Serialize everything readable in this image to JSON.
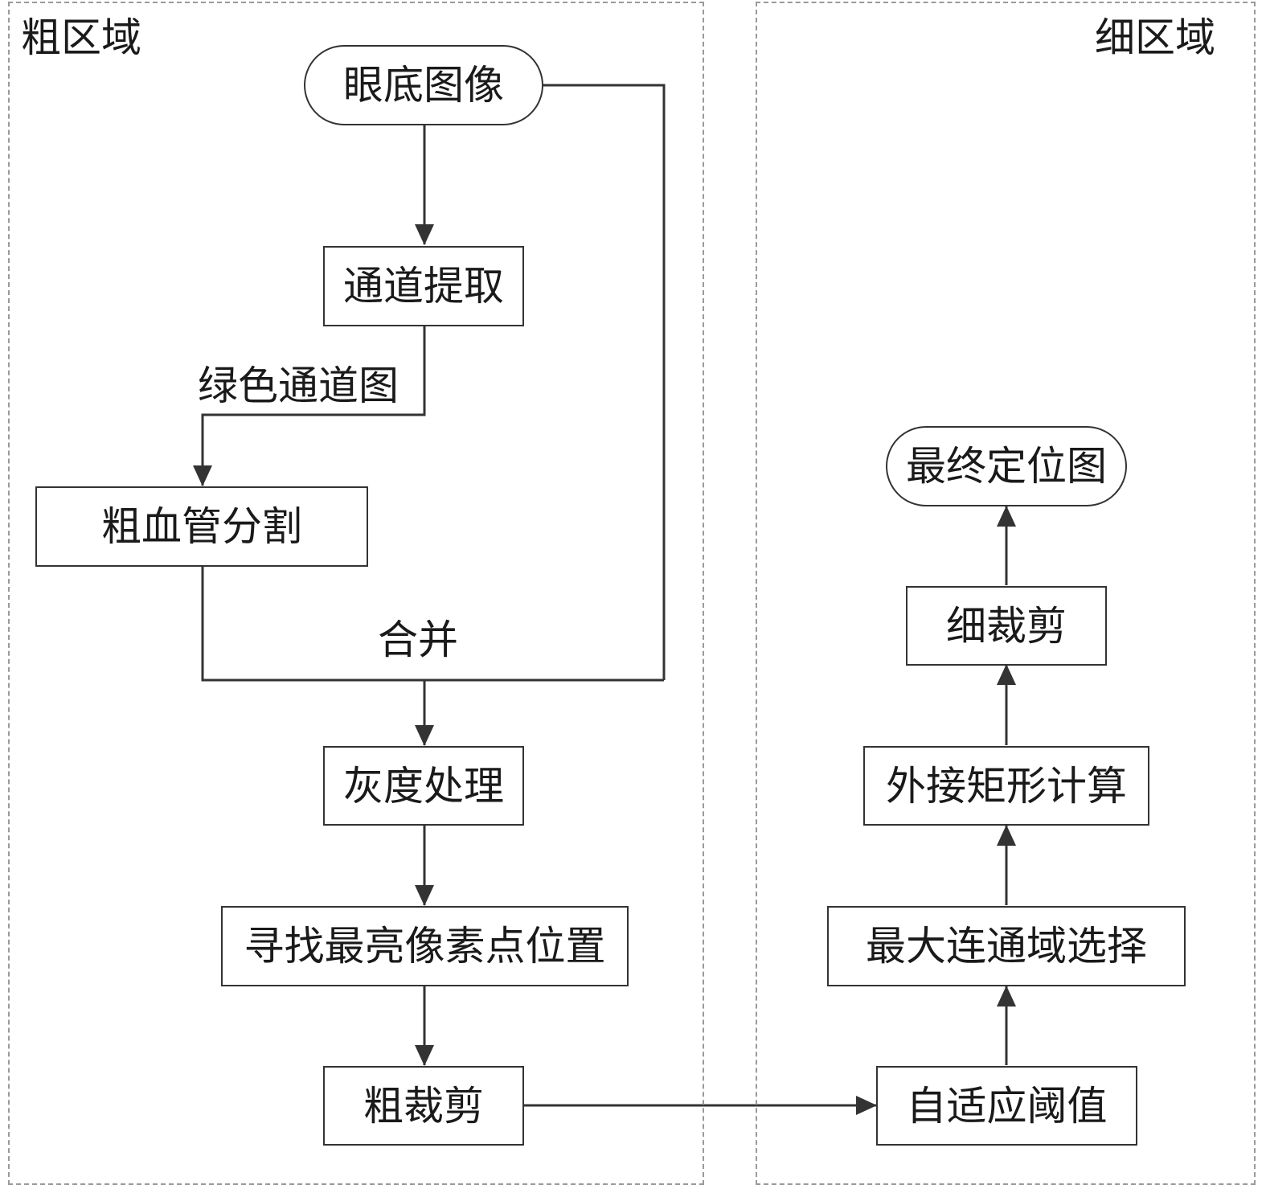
{
  "regions": {
    "coarse": {
      "label": "粗区域"
    },
    "fine": {
      "label": "细区域"
    }
  },
  "nodes": {
    "fundus_image": "眼底图像",
    "channel_extraction": "通道提取",
    "coarse_vessel_segmentation": "粗血管分割",
    "grayscale_processing": "灰度处理",
    "find_brightest_pixel": "寻找最亮像素点位置",
    "coarse_crop": "粗裁剪",
    "adaptive_threshold": "自适应阈值",
    "largest_connected_region": "最大连通域选择",
    "bounding_rect": "外接矩形计算",
    "fine_crop": "细裁剪",
    "final_location_map": "最终定位图"
  },
  "edge_labels": {
    "green_channel_map": "绿色通道图",
    "merge": "合并"
  },
  "colors": {
    "line": "#333333",
    "region_border": "#9a9a9a",
    "text": "#1a1a1a"
  }
}
